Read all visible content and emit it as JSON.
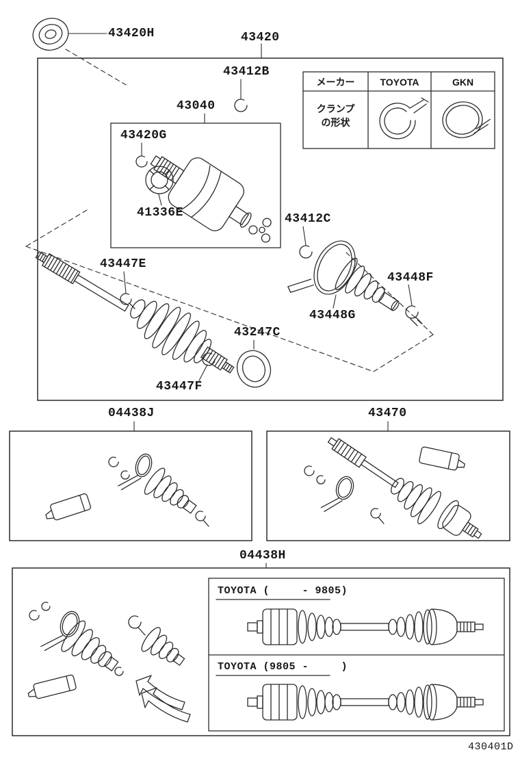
{
  "page": {
    "doc_number": "430401D",
    "line_color": "#2a2a2a",
    "background": "#ffffff"
  },
  "labels": {
    "seal": "43420H",
    "shaft_main": "43420",
    "snap_ring_b": "43412B",
    "inner_joint": "43040",
    "ring_g": "43420G",
    "bearing": "41336E",
    "snap_ring_c": "43412C",
    "damper_clamp": "43447E",
    "outboard_clamp_small": "43448F",
    "outboard_clamp_large": "43448G",
    "deflector_ring": "43247C",
    "inboard_clamp": "43447F",
    "boot_kit_inboard": "04438J",
    "shaft_assembly": "43470",
    "boot_kit_outboard": "04438H"
  },
  "clamp_table": {
    "headers": [
      "メーカー",
      "TOYOTA",
      "GKN"
    ],
    "row_label": [
      "クランプ",
      "の形状"
    ]
  },
  "variants": {
    "early": "TOYOTA (     - 9805)",
    "late": "TOYOTA (9805 -     )"
  }
}
